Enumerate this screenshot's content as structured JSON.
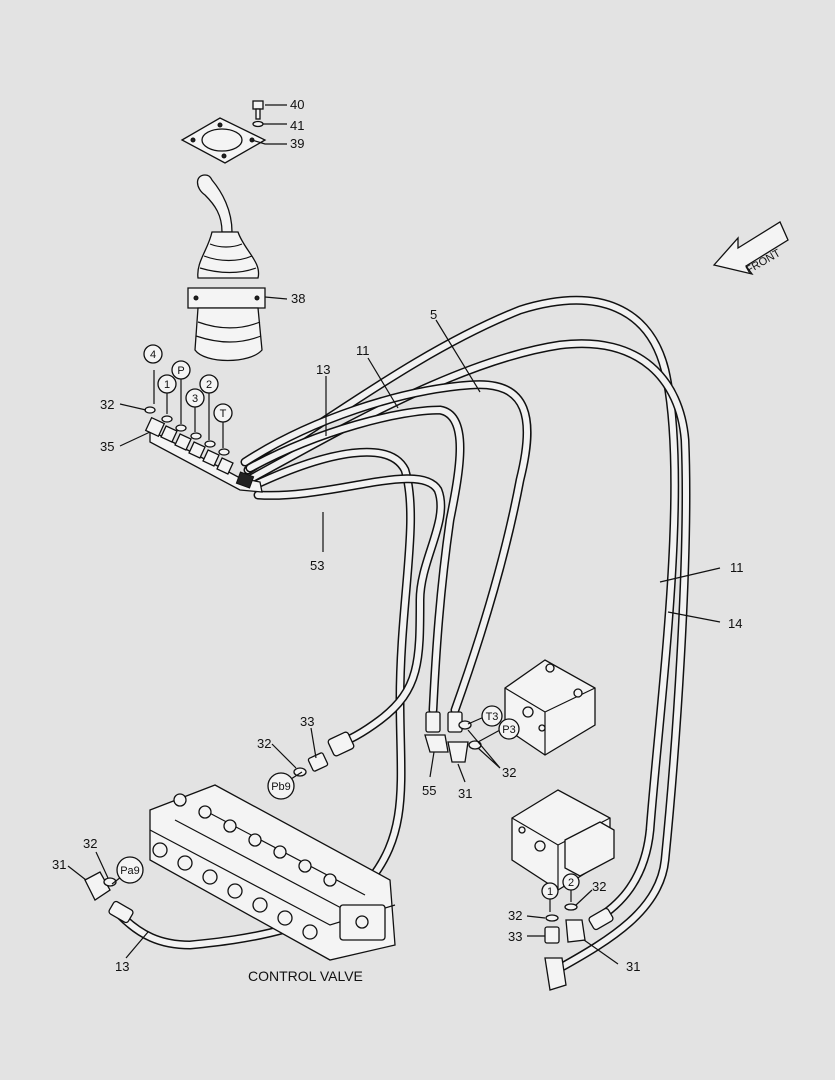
{
  "direction_label": "FRONT",
  "assembly_label": "CONTROL VALVE",
  "parts": {
    "p40": "40",
    "p41": "41",
    "p39": "39",
    "p38": "38",
    "p5": "5",
    "p11a": "11",
    "p13a": "13",
    "p53": "53",
    "p32a": "32",
    "p35": "35",
    "p11b": "11",
    "p14": "14",
    "p33a": "33",
    "p32b": "32",
    "p55": "55",
    "p31a": "31",
    "p32c": "32",
    "p32d": "32",
    "p31b": "31",
    "p13b": "13",
    "p32e": "32",
    "p32f": "32",
    "p33b": "33",
    "p31c": "31"
  },
  "ports": {
    "c4": "4",
    "c1": "1",
    "cP": "P",
    "c2": "2",
    "c3": "3",
    "cT": "T",
    "cT3": "T3",
    "cP3": "P3",
    "cPb9": "Pb9",
    "cPa9": "Pa9",
    "cv1": "1",
    "cv2": "2"
  }
}
